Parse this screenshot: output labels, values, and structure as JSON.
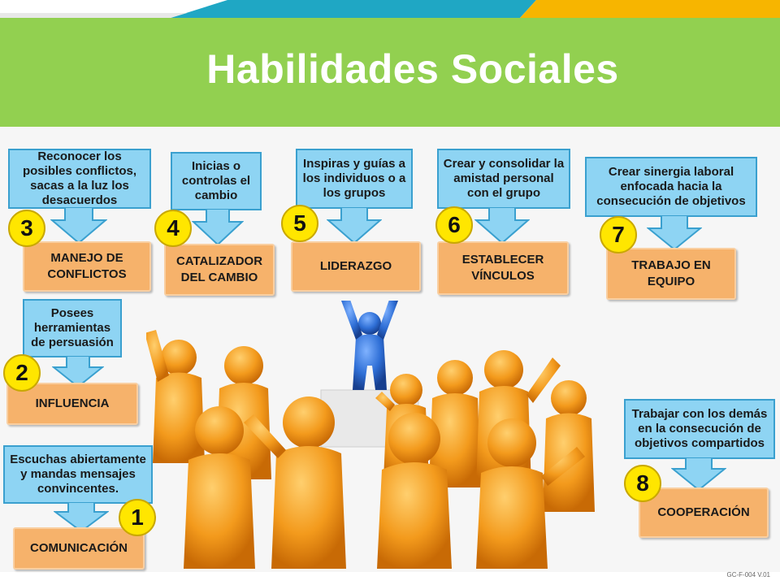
{
  "slide": {
    "title": "Habilidades Sociales",
    "footer_code": "GC-F-004 V.01",
    "colors": {
      "banner": "#92d050",
      "callout": "#8ed4f3",
      "box": "#f6b26b",
      "badge": "#ffe600",
      "leader": "#2f6fd6",
      "crowd": "#f39a1c"
    }
  },
  "skills": [
    {
      "number": "1",
      "name": "COMUNICACIÓN",
      "desc": "Escuchas abiertamente y mandas mensajes convincentes."
    },
    {
      "number": "2",
      "name": "INFLUENCIA",
      "desc": "Posees herramientas de persuasión"
    },
    {
      "number": "3",
      "name": "MANEJO DE CONFLICTOS",
      "desc": "Reconocer los posibles conflictos, sacas a la luz los desacuerdos"
    },
    {
      "number": "4",
      "name": "CATALIZADOR DEL CAMBIO",
      "desc": "Inicias o controlas el cambio"
    },
    {
      "number": "5",
      "name": "LIDERAZGO",
      "desc": "Inspiras y guías a los individuos o a los grupos"
    },
    {
      "number": "6",
      "name": "ESTABLECER VÍNCULOS",
      "desc": "Crear y consolidar la amistad personal con el grupo"
    },
    {
      "number": "7",
      "name": "TRABAJO EN EQUIPO",
      "desc": "Crear sinergia laboral enfocada hacia la consecución de objetivos"
    },
    {
      "number": "8",
      "name": "COOPERACIÓN",
      "desc": "Trabajar con los demás en la consecución de objetivos compartidos"
    }
  ]
}
